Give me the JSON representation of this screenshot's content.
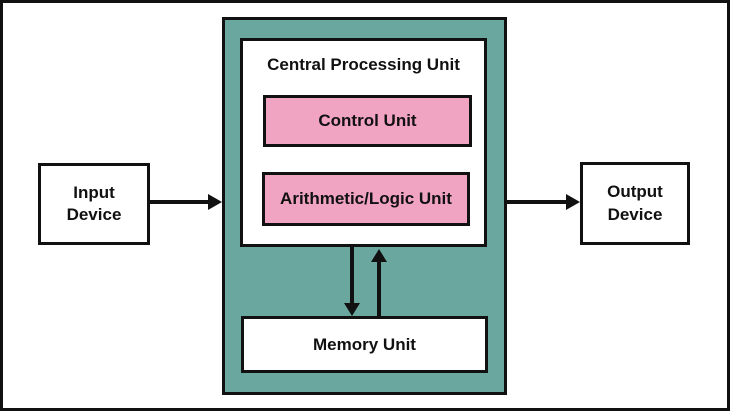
{
  "colors": {
    "teal": "#6aa79f",
    "pink": "#f1a3c2",
    "line": "#111111",
    "background": "#ffffff"
  },
  "nodes": {
    "input_device": {
      "lines": [
        "Input",
        "Device"
      ]
    },
    "output_device": {
      "lines": [
        "Output",
        "Device"
      ]
    },
    "cpu": {
      "title": "Central Processing Unit"
    },
    "control_unit": {
      "label": "Control Unit"
    },
    "alu": {
      "label": "Arithmetic/Logic Unit"
    },
    "memory_unit": {
      "label": "Memory Unit"
    }
  }
}
